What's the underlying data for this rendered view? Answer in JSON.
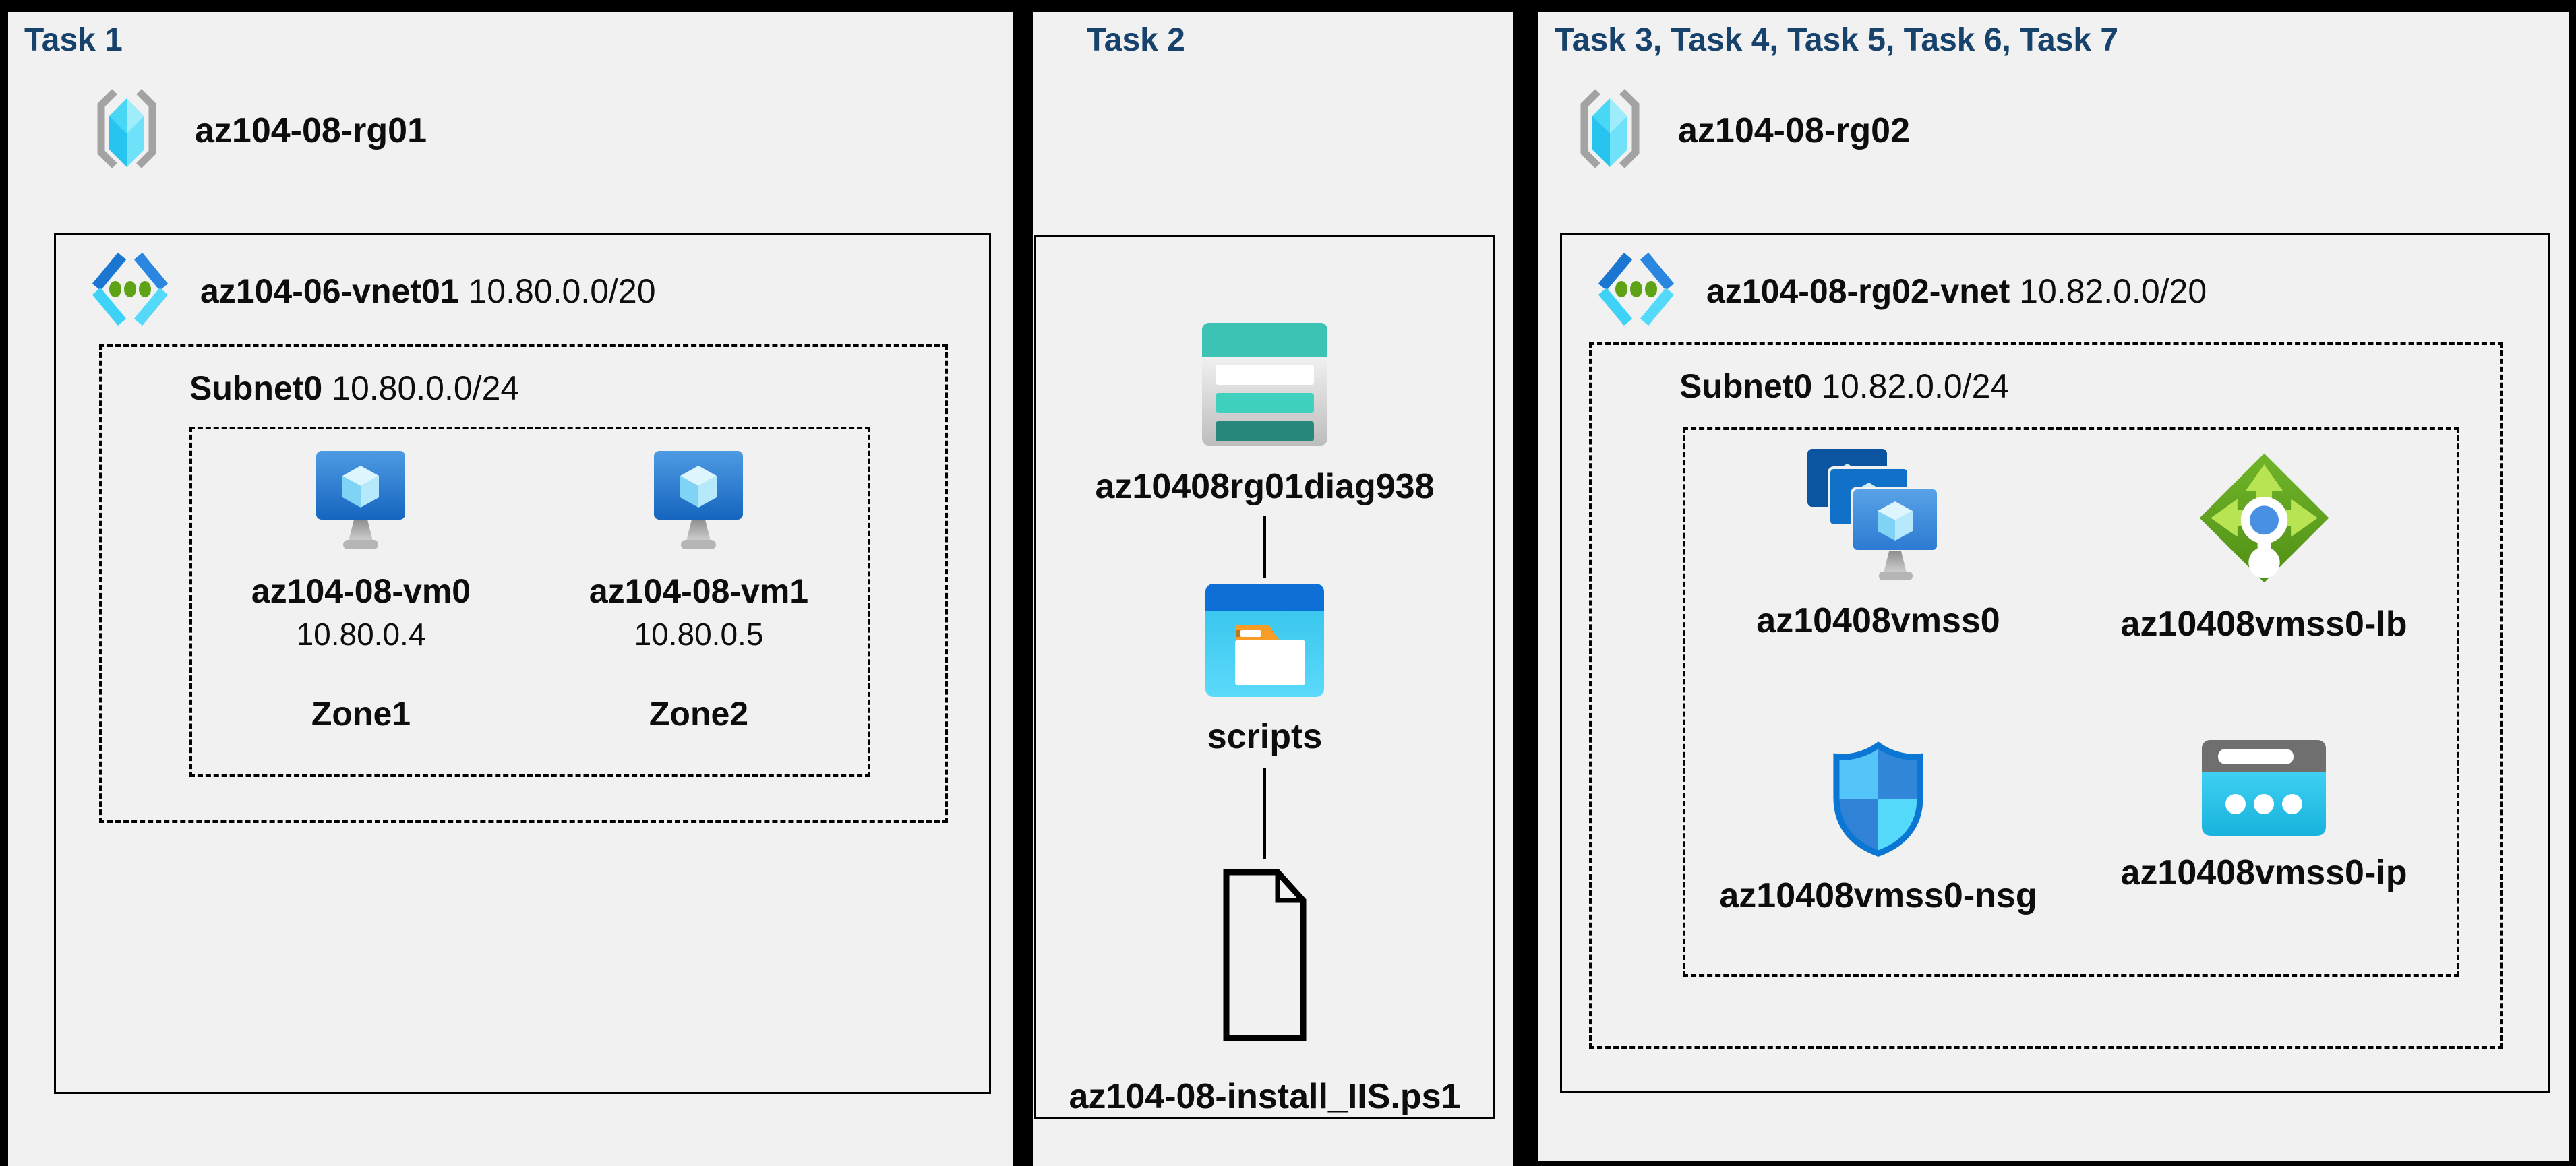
{
  "colors": {
    "background": "#000000",
    "panel_background": "#f1f1f1",
    "title_navy": "#16426b",
    "text": "#0d0d0d",
    "teal_storage": "#3cc3b4",
    "cyan_ip": "#2fc4ec",
    "green_lb": "#64a91f",
    "blue_vm": "#2b7ad2"
  },
  "panels": {
    "task1": {
      "title": "Task 1",
      "resource_group": "az104-08-rg01",
      "vnet_name": "az104-06-vnet01",
      "vnet_cidr": "10.80.0.0/20",
      "subnet_name": "Subnet0",
      "subnet_cidr": "10.80.0.0/24",
      "vms": [
        {
          "name": "az104-08-vm0",
          "ip": "10.80.0.4",
          "zone": "Zone1"
        },
        {
          "name": "az104-08-vm1",
          "ip": "10.80.0.5",
          "zone": "Zone2"
        }
      ]
    },
    "task2": {
      "title": "Task 2",
      "storage_account": "az10408rg01diag938",
      "container": "scripts",
      "file": "az104-08-install_IIS.ps1"
    },
    "task3": {
      "title": "Task 3, Task 4, Task 5, Task 6, Task 7",
      "resource_group": "az104-08-rg02",
      "vnet_name": "az104-08-rg02-vnet",
      "vnet_cidr": "10.82.0.0/20",
      "subnet_name": "Subnet0",
      "subnet_cidr": "10.82.0.0/24",
      "resources": [
        {
          "name": "az10408vmss0",
          "icon": "vmss-icon"
        },
        {
          "name": "az10408vmss0-lb",
          "icon": "load-balancer-icon"
        },
        {
          "name": "az10408vmss0-nsg",
          "icon": "network-security-group-icon"
        },
        {
          "name": "az10408vmss0-ip",
          "icon": "public-ip-icon"
        }
      ]
    }
  }
}
